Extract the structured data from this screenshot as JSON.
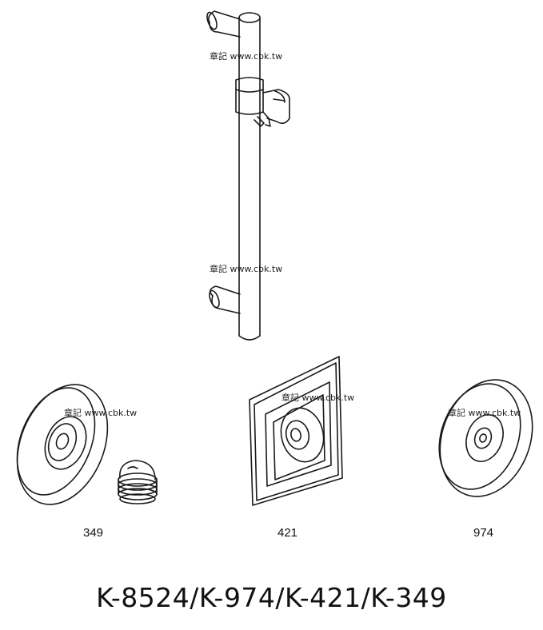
{
  "watermark": "章記 www.cbk.tw",
  "parts": [
    {
      "label": "349"
    },
    {
      "label": "421"
    },
    {
      "label": "974"
    }
  ],
  "title": "K-8524/K-974/K-421/K-349",
  "colors": {
    "line": "#1a1a1a",
    "background": "#ffffff"
  }
}
